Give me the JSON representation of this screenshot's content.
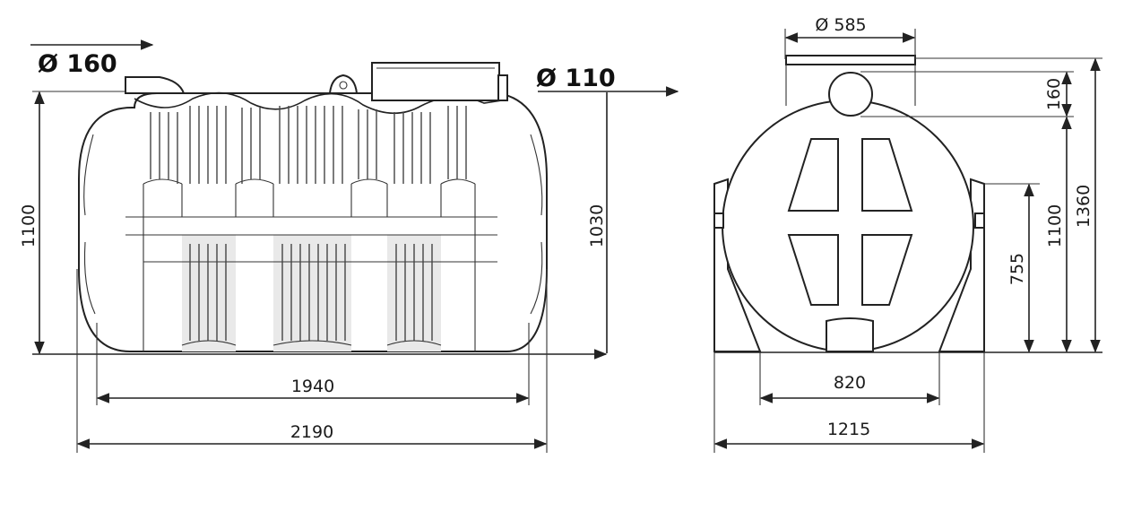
{
  "side_view": {
    "inlet_label": "Ø 160",
    "outlet_label": "Ø 110",
    "height_total": "1100",
    "outlet_height": "1030",
    "length_inner": "1940",
    "length_total": "2190"
  },
  "end_view": {
    "hatch_label": "Ø 585",
    "pipe": "160",
    "height_body": "1100",
    "height_total": "1360",
    "outlet_height": "755",
    "base_width": "820",
    "width_total": "1215"
  }
}
